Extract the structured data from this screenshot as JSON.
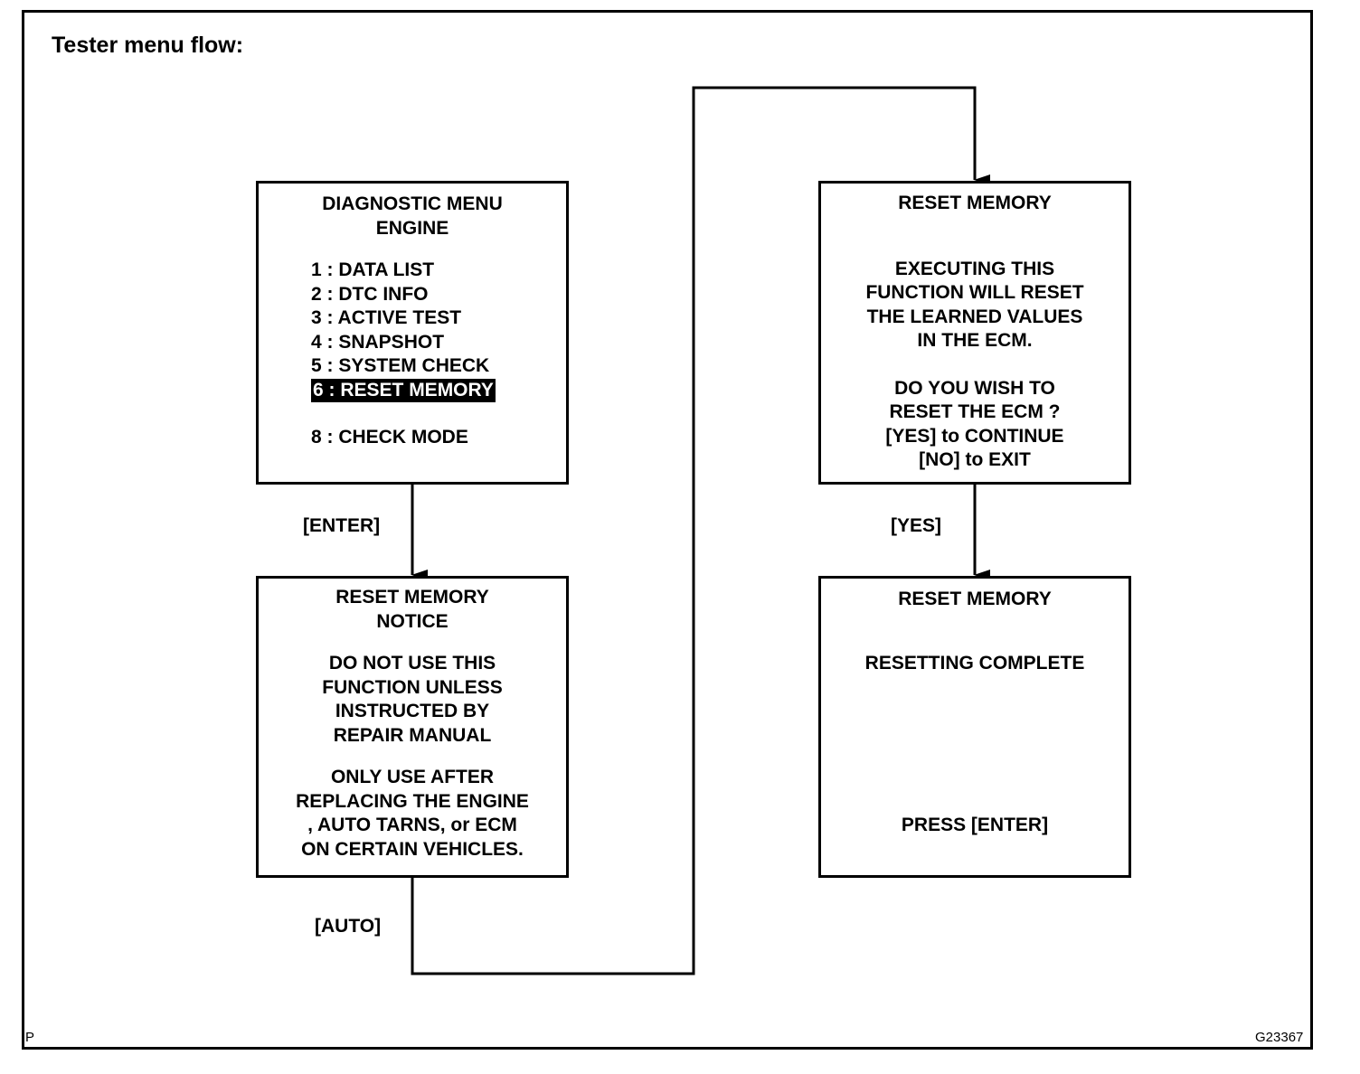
{
  "title": "Tester menu flow:",
  "corner_left": "P",
  "figure_code": "G23367",
  "diagnostic_menu": {
    "heading": [
      "DIAGNOSTIC MENU",
      "ENGINE"
    ],
    "items": [
      "1 : DATA LIST",
      "2 : DTC INFO",
      "3 : ACTIVE TEST",
      "4 : SNAPSHOT",
      "5 : SYSTEM CHECK",
      "6 : RESET MEMORY"
    ],
    "selected_index": 5,
    "extra_item": "8 : CHECK MODE"
  },
  "notice_screen": {
    "heading": [
      "RESET MEMORY",
      "NOTICE"
    ],
    "warning": [
      "DO NOT USE THIS",
      "FUNCTION UNLESS",
      "INSTRUCTED BY",
      "REPAIR MANUAL"
    ],
    "usage": [
      "ONLY USE AFTER",
      "REPLACING THE ENGINE",
      ", AUTO TARNS, or ECM",
      "ON CERTAIN VEHICLES."
    ]
  },
  "confirm_screen": {
    "heading": "RESET MEMORY",
    "message": [
      "EXECUTING THIS",
      "FUNCTION WILL RESET",
      "THE LEARNED VALUES",
      "IN THE ECM."
    ],
    "prompt": [
      "DO YOU WISH TO",
      "RESET THE ECM ?",
      "[YES] to CONTINUE",
      "[NO] to EXIT"
    ]
  },
  "complete_screen": {
    "heading": "RESET MEMORY",
    "status": "RESETTING COMPLETE",
    "instruction": "PRESS [ENTER]"
  },
  "transitions": {
    "enter": "[ENTER]",
    "auto": "[AUTO]",
    "yes": "[YES]"
  }
}
